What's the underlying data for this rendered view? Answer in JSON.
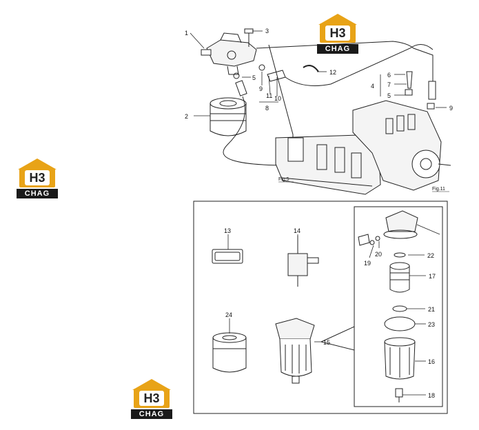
{
  "watermark": {
    "mark": "H3",
    "word": "CHAG"
  },
  "figure_refs": {
    "fig5": "Fig.5",
    "fig11": "Fig.11"
  },
  "callouts": {
    "c1": "1",
    "c2": "2",
    "c3": "3",
    "c4": "4",
    "c5a": "5",
    "c5b": "5",
    "c6": "6",
    "c7": "7",
    "c8": "8",
    "c9a": "9",
    "c9b": "9",
    "c10": "10",
    "c11": "11",
    "c12": "12",
    "c13": "13",
    "c14": "14",
    "c15": "15",
    "c16": "16",
    "c17": "17",
    "c18": "18",
    "c19": "19",
    "c20": "20",
    "c21": "21",
    "c22": "22",
    "c23": "23",
    "c24": "24"
  },
  "colors": {
    "line": "#222222",
    "part_fill": "#f4f4f4",
    "logo_gold": "#e8a317"
  }
}
